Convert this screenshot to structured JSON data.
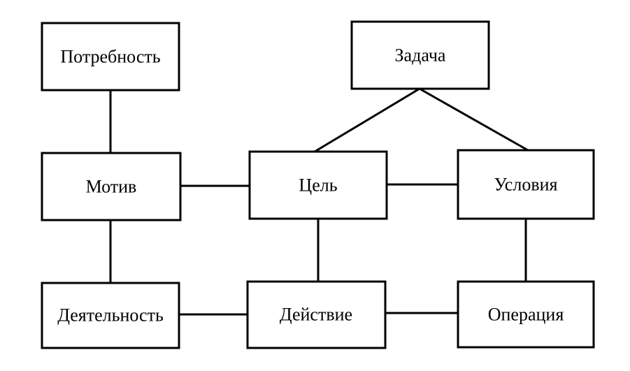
{
  "nodes": {
    "need": "Потребность",
    "task": "Задача",
    "motive": "Мотив",
    "goal": "Цель",
    "conditions": "Условия",
    "activity": "Деятельность",
    "action": "Действие",
    "operation": "Операция"
  },
  "colors": {
    "stroke": "#000000",
    "background": "#ffffff"
  }
}
